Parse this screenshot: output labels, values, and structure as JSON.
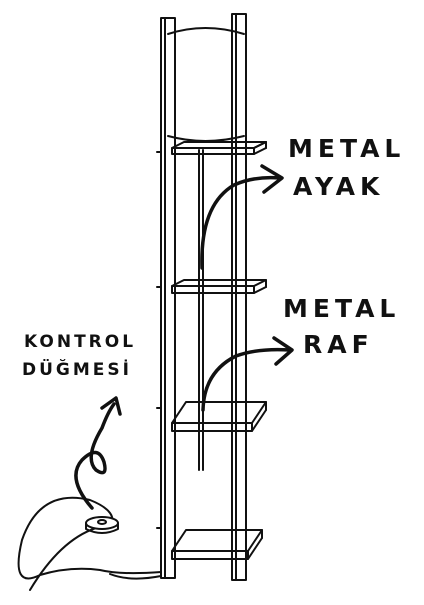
{
  "labels": {
    "metal_ayak_line1": "METAL",
    "metal_ayak_line2": "AYAK",
    "metal_raf_line1": "METAL",
    "metal_raf_line2": "RAF",
    "kontrol_line1": "KONTROL",
    "kontrol_line2": "DÜĞMESİ"
  },
  "colors": {
    "ink": "#111111",
    "background": "#ffffff"
  }
}
